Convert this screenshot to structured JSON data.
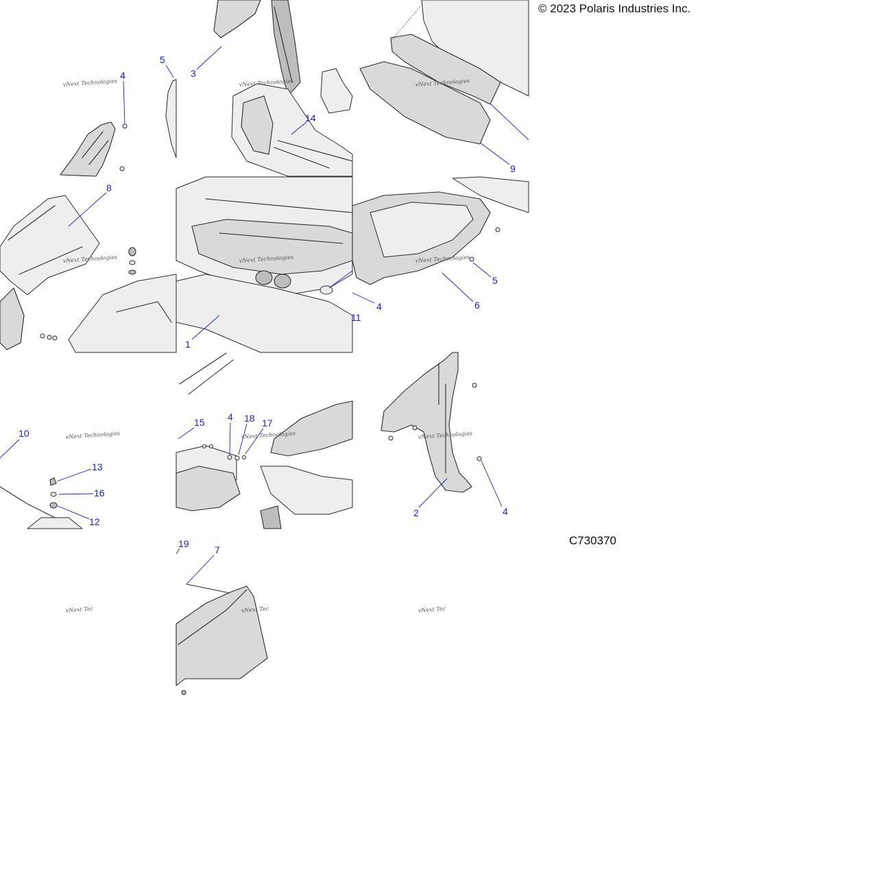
{
  "copyright": "© 2023 Polaris Industries Inc.",
  "diagram_id": "C730370",
  "watermark": {
    "line1": "vNext Technologies",
    "line2": "vNext Technologies",
    "partial": "vNext Tec"
  },
  "callouts": {
    "c1": "1",
    "c2": "2",
    "c3": "3",
    "c4a": "4",
    "c4b": "4",
    "c4c": "4",
    "c4d": "4",
    "c5a": "5",
    "c5b": "5",
    "c6": "6",
    "c7": "7",
    "c8": "8",
    "c9": "9",
    "c10": "10",
    "c11": "11",
    "c12": "12",
    "c13": "13",
    "c14": "14",
    "c15": "15",
    "c16": "16",
    "c17": "17",
    "c18": "18",
    "c19": "19"
  },
  "colors": {
    "callout": "#1a1ad6",
    "part_fill": "#d9d9d9",
    "line": "#2b2b2b"
  }
}
